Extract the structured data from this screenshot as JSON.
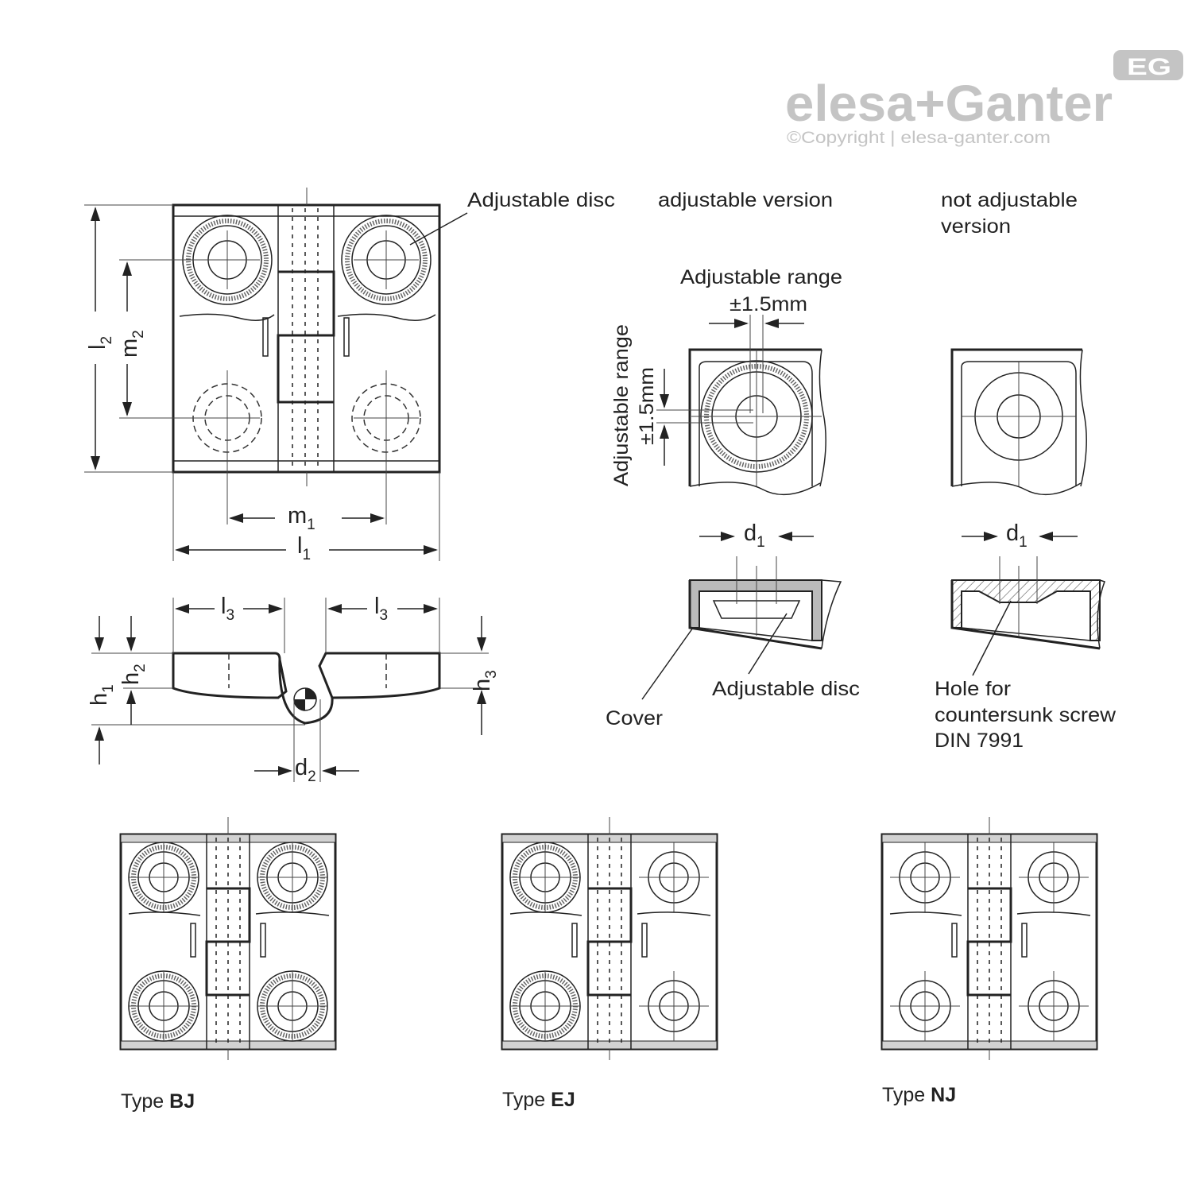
{
  "brand": {
    "logo_text": "elesa+Ganter",
    "copyright": "©Copyright | elesa-ganter.com",
    "badge": "EG"
  },
  "labels": {
    "adjustable_disc_top": "Adjustable disc",
    "adjustable_version": "adjustable version",
    "not_adjustable_line1": "not adjustable",
    "not_adjustable_line2": "version",
    "adjustable_range_h": "Adjustable range",
    "range_h_value": "±1.5mm",
    "adjustable_range_v": "Adjustable range",
    "range_v_value": "±1.5mm",
    "cover": "Cover",
    "adjustable_disc_bottom": "Adjustable disc",
    "hole_line1": "Hole for",
    "hole_line2": "countersunk screw",
    "hole_line3": "DIN 7991"
  },
  "dimensions": [
    {
      "id": "l1",
      "base": "l",
      "sub": "1"
    },
    {
      "id": "l2",
      "base": "l",
      "sub": "2"
    },
    {
      "id": "m1",
      "base": "m",
      "sub": "1"
    },
    {
      "id": "m2",
      "base": "m",
      "sub": "2"
    },
    {
      "id": "l3a",
      "base": "l",
      "sub": "3"
    },
    {
      "id": "l3b",
      "base": "l",
      "sub": "3"
    },
    {
      "id": "h1",
      "base": "h",
      "sub": "1"
    },
    {
      "id": "h2",
      "base": "h",
      "sub": "2"
    },
    {
      "id": "h3",
      "base": "h",
      "sub": "3"
    },
    {
      "id": "d2",
      "base": "d",
      "sub": "2"
    },
    {
      "id": "d1a",
      "base": "d",
      "sub": "1"
    },
    {
      "id": "d1b",
      "base": "d",
      "sub": "1"
    }
  ],
  "types": [
    {
      "prefix": "Type ",
      "code": "BJ"
    },
    {
      "prefix": "Type ",
      "code": "EJ"
    },
    {
      "prefix": "Type ",
      "code": "NJ"
    }
  ]
}
